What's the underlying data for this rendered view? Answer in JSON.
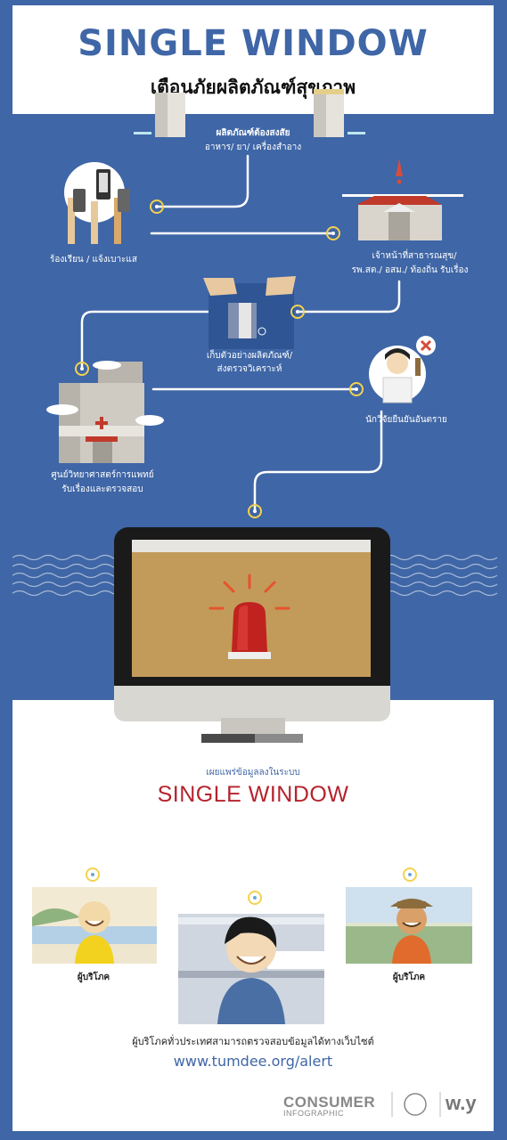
{
  "header": {
    "title": "SINGLE WINDOW",
    "subtitle": "เตือนภัยผลิตภัณฑ์สุขภาพ"
  },
  "flow": {
    "product_label": "ผลิตภัณฑ์ต้องสงสัย",
    "product_types": "อาหาร/ ยา/ เครื่องสำอาง",
    "complaint": "ร้องเรียน / แจ้งเบาะแส",
    "officer_line1": "เจ้าหน้าที่สาธารณสุข/",
    "officer_line2": "รพ.สต./ อสม./ ท้องถิ่น รับเรื่อง",
    "sample_line1": "เก็บตัวอย่างผลิตภัณฑ์/",
    "sample_line2": "ส่งตรวจวิเคราะห์",
    "researcher": "นักวิจัยยืนยันอันตราย",
    "lab_line1": "ศูนย์วิทยาศาสตร์การแพทย์",
    "lab_line2": "รับเรื่องและตรวจสอบ"
  },
  "broadcast": {
    "label": "เผยแพร่ข้อมูลลงในระบบ",
    "system": "SINGLE WINDOW"
  },
  "consumers": {
    "left": "ผู้บริโภค",
    "right": "ผู้บริโภค"
  },
  "footer": {
    "note": "ผู้บริโภคทั่วประเทศสามารถตรวจสอบข้อมูลได้ทางเว็บไซต์",
    "url": "www.tumdee.org/alert",
    "brand_line1": "CONSUMER",
    "brand_line2": "INFOGRAPHIC",
    "partner": "w.y"
  },
  "colors": {
    "background": "#3f66a6",
    "panel": "#ffffff",
    "accent_red": "#b5232d",
    "node_ring": "#f3d24e",
    "screen": "#c29b5b"
  }
}
